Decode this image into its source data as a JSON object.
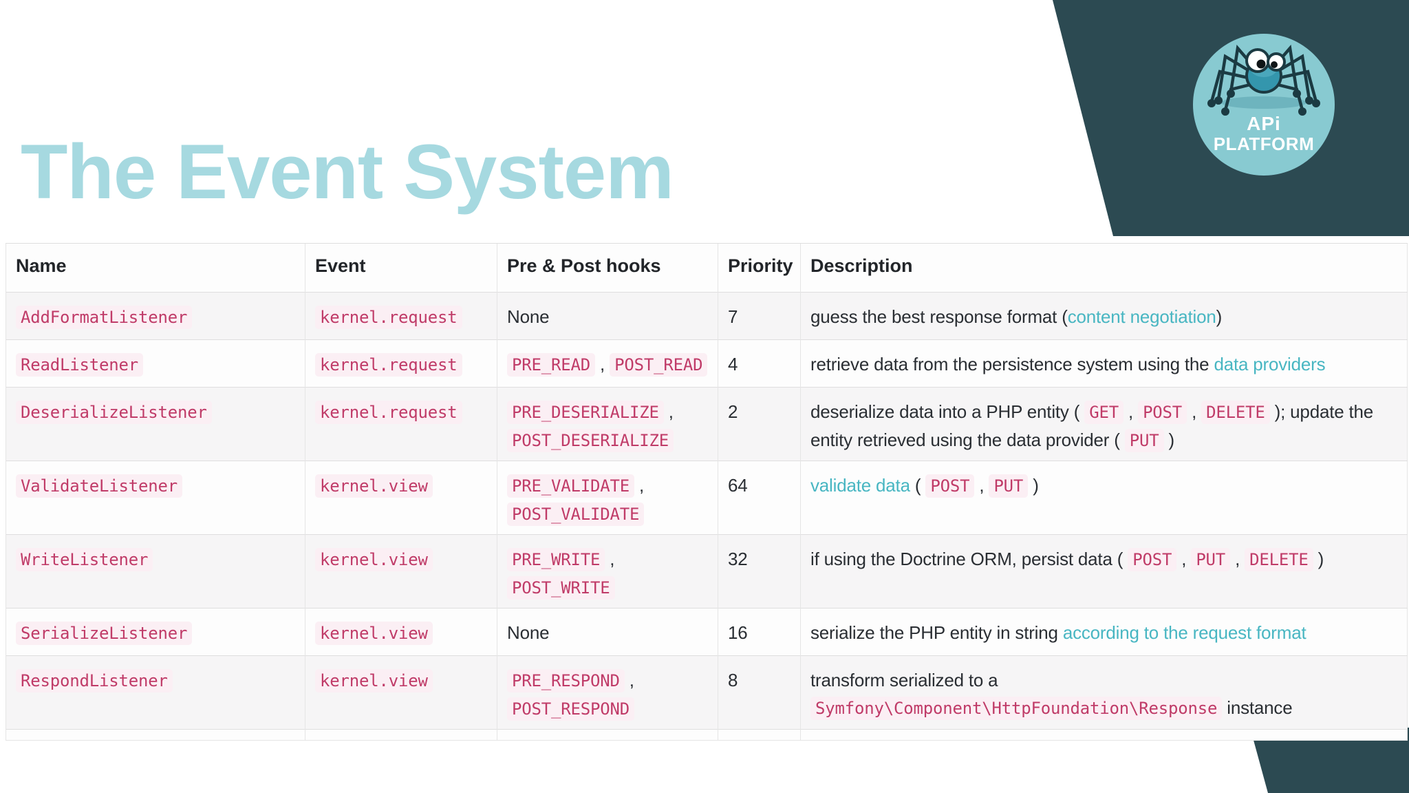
{
  "slide": {
    "title": "The Event System"
  },
  "logo": {
    "name": "API Platform logo",
    "line1": "APi",
    "line2": "PLATFORM"
  },
  "colors": {
    "title": "#a6d9e0",
    "corner": "#2c4a52",
    "logo_circle": "#88cad1",
    "spider_body": "#3496ad",
    "spider_outline": "#1b3a42",
    "code_text": "#c03b68",
    "code_bg": "#fbeff4",
    "link": "#48b6c2",
    "header_text": "#222529",
    "body_text": "#2a2e33",
    "row_alt_bg": "#f6f5f6",
    "border": "#e5e5e5"
  },
  "table": {
    "columns": [
      "Name",
      "Event",
      "Pre & Post hooks",
      "Priority",
      "Description"
    ],
    "rows": [
      {
        "name": "AddFormatListener",
        "event": "kernel.request",
        "hooks": [
          [
            [
              "text",
              "None"
            ]
          ]
        ],
        "priority": "7",
        "description": [
          [
            [
              "text",
              "guess the best response format ("
            ],
            [
              "link",
              "content negotiation"
            ],
            [
              "text",
              ")"
            ]
          ]
        ]
      },
      {
        "name": "ReadListener",
        "event": "kernel.request",
        "hooks": [
          [
            [
              "code",
              "PRE_READ"
            ],
            [
              "text",
              " , "
            ],
            [
              "code",
              "POST_READ"
            ]
          ]
        ],
        "priority": "4",
        "description": [
          [
            [
              "text",
              "retrieve data from the persistence system using the "
            ],
            [
              "link",
              "data providers"
            ]
          ]
        ]
      },
      {
        "name": "DeserializeListener",
        "event": "kernel.request",
        "hooks": [
          [
            [
              "code",
              "PRE_DESERIALIZE"
            ],
            [
              "text",
              " ,"
            ]
          ],
          [
            [
              "code",
              "POST_DESERIALIZE"
            ]
          ]
        ],
        "priority": "2",
        "description": [
          [
            [
              "text",
              "deserialize data into a PHP entity ( "
            ],
            [
              "code",
              "GET"
            ],
            [
              "text",
              " , "
            ],
            [
              "code",
              "POST"
            ],
            [
              "text",
              " , "
            ],
            [
              "code",
              "DELETE"
            ],
            [
              "text",
              " ); update the"
            ]
          ],
          [
            [
              "text",
              "entity retrieved using the data provider ( "
            ],
            [
              "code",
              "PUT"
            ],
            [
              "text",
              " )"
            ]
          ]
        ]
      },
      {
        "name": "ValidateListener",
        "event": "kernel.view",
        "hooks": [
          [
            [
              "code",
              "PRE_VALIDATE"
            ],
            [
              "text",
              " ,"
            ]
          ],
          [
            [
              "code",
              "POST_VALIDATE"
            ]
          ]
        ],
        "priority": "64",
        "description": [
          [
            [
              "link",
              "validate data"
            ],
            [
              "text",
              " ( "
            ],
            [
              "code",
              "POST"
            ],
            [
              "text",
              " , "
            ],
            [
              "code",
              "PUT"
            ],
            [
              "text",
              " )"
            ]
          ]
        ]
      },
      {
        "name": "WriteListener",
        "event": "kernel.view",
        "hooks": [
          [
            [
              "code",
              "PRE_WRITE"
            ],
            [
              "text",
              " ,"
            ]
          ],
          [
            [
              "code",
              "POST_WRITE"
            ]
          ]
        ],
        "priority": "32",
        "description": [
          [
            [
              "text",
              "if using the Doctrine ORM, persist data ( "
            ],
            [
              "code",
              "POST"
            ],
            [
              "text",
              " , "
            ],
            [
              "code",
              "PUT"
            ],
            [
              "text",
              " , "
            ],
            [
              "code",
              "DELETE"
            ],
            [
              "text",
              " )"
            ]
          ]
        ]
      },
      {
        "name": "SerializeListener",
        "event": "kernel.view",
        "hooks": [
          [
            [
              "text",
              "None"
            ]
          ]
        ],
        "priority": "16",
        "description": [
          [
            [
              "text",
              "serialize the PHP entity in string "
            ],
            [
              "link",
              "according to the request format"
            ]
          ]
        ]
      },
      {
        "name": "RespondListener",
        "event": "kernel.view",
        "hooks": [
          [
            [
              "code",
              "PRE_RESPOND"
            ],
            [
              "text",
              " ,"
            ]
          ],
          [
            [
              "code",
              "POST_RESPOND"
            ]
          ]
        ],
        "priority": "8",
        "description": [
          [
            [
              "text",
              "transform serialized to a"
            ]
          ],
          [
            [
              "code",
              "Symfony\\Component\\HttpFoundation\\Response"
            ],
            [
              "text",
              " instance"
            ]
          ]
        ]
      }
    ]
  }
}
